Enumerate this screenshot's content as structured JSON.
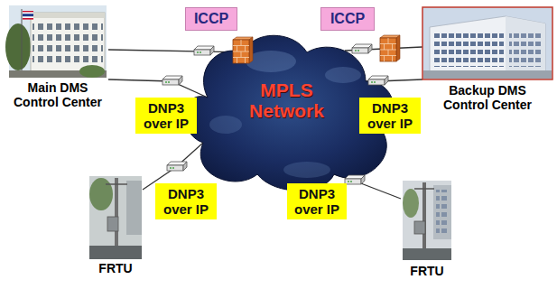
{
  "diagram": {
    "nodes": [
      {
        "text": [
          "Main DMS Control Center"
        ]
      },
      {
        "text": [
          "ICCP"
        ]
      },
      {
        "text": [
          "MPLS Network"
        ]
      },
      {
        "text": [
          "ICCP"
        ]
      },
      {
        "text": [
          "Backup DMS Control Center"
        ]
      },
      {
        "text": [
          "DNP3 over IP"
        ]
      },
      {
        "text": [
          "DNP3 over IP"
        ]
      },
      {
        "text": [
          "DNP3 over IP"
        ]
      },
      {
        "text": [
          "DNP3 over IP"
        ]
      },
      {
        "text": [
          "FRTU"
        ]
      },
      {
        "text": [
          "FRTU"
        ]
      }
    ],
    "edges": [
      {
        "from": 0,
        "to": 2,
        "arrow": "none"
      },
      {
        "from": 0,
        "to": 2,
        "arrow": "none"
      },
      {
        "from": 4,
        "to": 2,
        "arrow": "none"
      },
      {
        "from": 4,
        "to": 2,
        "arrow": "none"
      },
      {
        "from": 2,
        "to": 9,
        "arrow": "none"
      },
      {
        "from": 2,
        "to": 10,
        "arrow": "none"
      }
    ]
  }
}
